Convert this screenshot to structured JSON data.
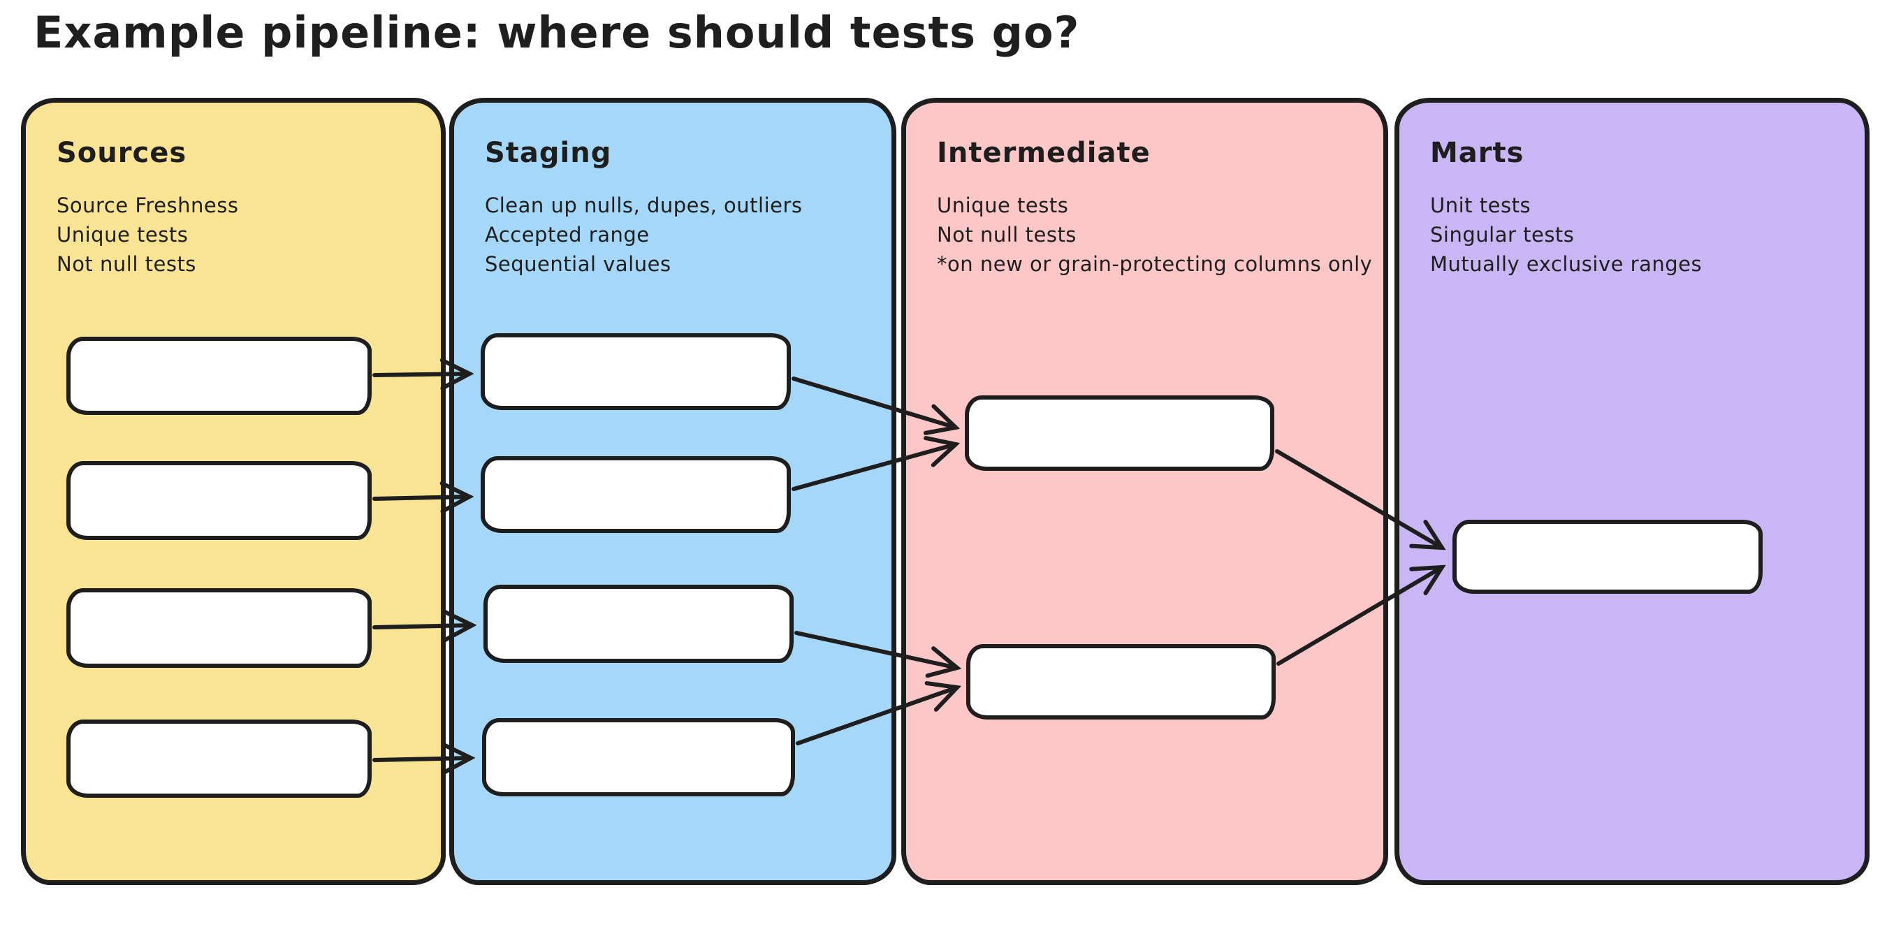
{
  "title": "Example pipeline: where should tests go?",
  "palette": {
    "ink": "#1e1e1e",
    "canvas_bg": "#ffffff",
    "node_bg": "#ffffff",
    "sources_bg": "#f9e493",
    "staging_bg": "#a5d7f8",
    "intermediate_bg": "#fcc7c6",
    "marts_bg": "#c9b6f4"
  },
  "columns": [
    {
      "label": "Sources",
      "tests": [
        "Source Freshness",
        "Unique tests",
        "Not null tests"
      ],
      "node_count": 4
    },
    {
      "label": "Staging",
      "tests": [
        "Clean up nulls, dupes, outliers",
        "Accepted range",
        "Sequential values"
      ],
      "node_count": 4
    },
    {
      "label": "Intermediate",
      "tests": [
        "Unique tests",
        "Not null tests",
        "*on new or grain-protecting columns only"
      ],
      "node_count": 2
    },
    {
      "label": "Marts",
      "tests": [
        "Unit tests",
        "Singular tests",
        "Mutually exclusive ranges"
      ],
      "node_count": 1
    }
  ],
  "edges": [
    {
      "from": "sources-1",
      "to": "staging-1"
    },
    {
      "from": "sources-2",
      "to": "staging-2"
    },
    {
      "from": "sources-3",
      "to": "staging-3"
    },
    {
      "from": "sources-4",
      "to": "staging-4"
    },
    {
      "from": "staging-1",
      "to": "intermediate-1"
    },
    {
      "from": "staging-2",
      "to": "intermediate-1"
    },
    {
      "from": "staging-3",
      "to": "intermediate-2"
    },
    {
      "from": "staging-4",
      "to": "intermediate-2"
    },
    {
      "from": "intermediate-1",
      "to": "marts-1"
    },
    {
      "from": "intermediate-2",
      "to": "marts-1"
    }
  ]
}
